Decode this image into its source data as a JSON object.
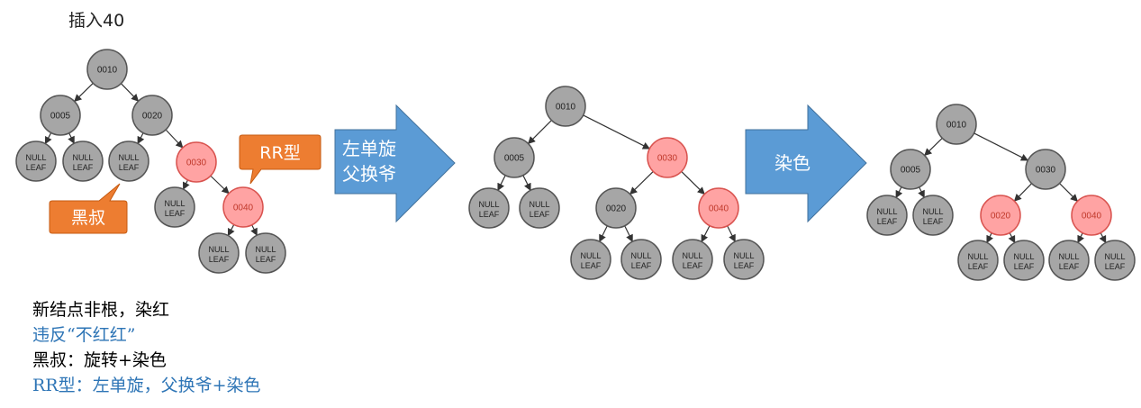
{
  "title": "插入40",
  "colors": {
    "black_node_fill": "#a6a6a6",
    "black_node_stroke": "#555555",
    "red_node_fill": "#ffa3a3",
    "red_node_stroke": "#d9534f",
    "red_text": "#c0392b",
    "arrow_fill": "#5b9bd5",
    "callout_fill": "#ed7d31",
    "blue_text": "#2e75b6"
  },
  "nil_label": [
    "NULL",
    "LEAF"
  ],
  "trees": [
    {
      "nodes": [
        {
          "id": "t1-0010",
          "label": "0010",
          "color": "black"
        },
        {
          "id": "t1-0005",
          "label": "0005",
          "color": "black"
        },
        {
          "id": "t1-0020",
          "label": "0020",
          "color": "black"
        },
        {
          "id": "t1-0030",
          "label": "0030",
          "color": "red"
        },
        {
          "id": "t1-0040",
          "label": "0040",
          "color": "red"
        }
      ]
    },
    {
      "nodes": [
        {
          "id": "t2-0010",
          "label": "0010",
          "color": "black"
        },
        {
          "id": "t2-0005",
          "label": "0005",
          "color": "black"
        },
        {
          "id": "t2-0030",
          "label": "0030",
          "color": "red"
        },
        {
          "id": "t2-0020",
          "label": "0020",
          "color": "black"
        },
        {
          "id": "t2-0040",
          "label": "0040",
          "color": "red"
        }
      ]
    },
    {
      "nodes": [
        {
          "id": "t3-0010",
          "label": "0010",
          "color": "black"
        },
        {
          "id": "t3-0005",
          "label": "0005",
          "color": "black"
        },
        {
          "id": "t3-0030",
          "label": "0030",
          "color": "black"
        },
        {
          "id": "t3-0020",
          "label": "0020",
          "color": "red"
        },
        {
          "id": "t3-0040",
          "label": "0040",
          "color": "red"
        }
      ]
    }
  ],
  "arrows": [
    {
      "lines": [
        "左单旋",
        "父换爷"
      ]
    },
    {
      "lines": [
        "染色"
      ]
    }
  ],
  "callouts": {
    "rr_type": "RR型",
    "black_uncle": "黑叔"
  },
  "notes": [
    {
      "text": "新结点非根，染红",
      "color": "black"
    },
    {
      "text": "违反“不红红”",
      "color": "blue"
    },
    {
      "text": "黑叔：旋转+染色",
      "color": "black"
    },
    {
      "text": "RR型：左单旋，父换爷+染色",
      "color": "blue"
    }
  ]
}
